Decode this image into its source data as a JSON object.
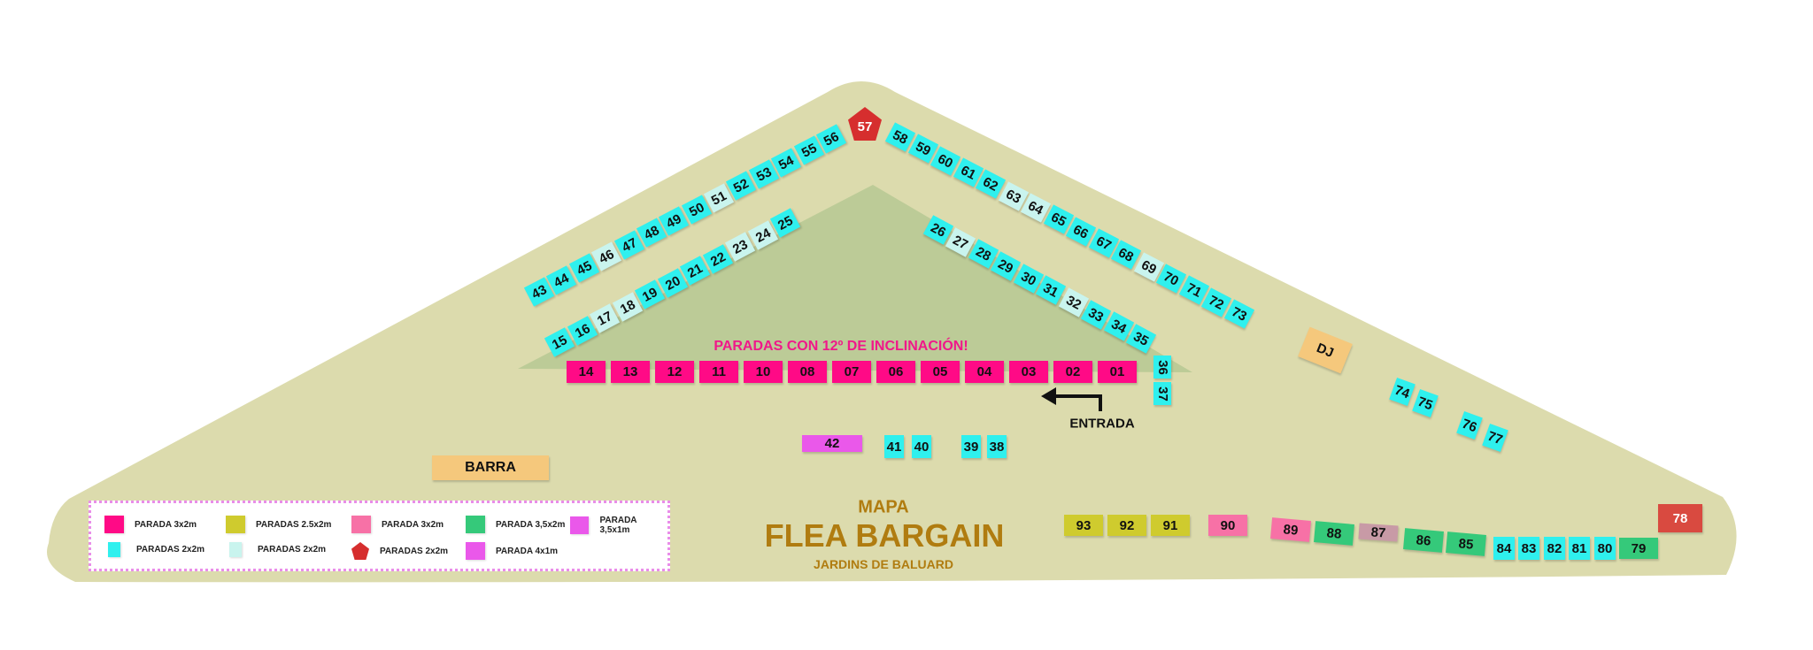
{
  "title": {
    "pre": "MAPA",
    "main": "FLEA BARGAIN",
    "sub": "JARDINS DE BALUARD"
  },
  "notice": "PARADAS CON 12º DE INCLINACIÓN!",
  "entrance": "ENTRADA",
  "areas": {
    "bar": "BARRA",
    "dj": "DJ"
  },
  "colors": {
    "ground": "#dcdbad",
    "green_zone": "#bccb97",
    "cyan": "#2ff0ee",
    "light": "#c9f4ee",
    "magenta": "#ff0a86",
    "olive": "#cfcb2e",
    "pink": "#f771a6",
    "green": "#35c97a",
    "violet": "#ea58ea",
    "red": "#d62e2e",
    "mauve": "#c89aa6",
    "red78": "#d94a40",
    "sand": "#f5c87c",
    "title": "#b07c10",
    "notice": "#f0188a"
  },
  "stalls": {
    "outer_left": [
      {
        "n": "43",
        "t": "cyan"
      },
      {
        "n": "44",
        "t": "cyan"
      },
      {
        "n": "45",
        "t": "cyan"
      },
      {
        "n": "46",
        "t": "light"
      },
      {
        "n": "47",
        "t": "cyan"
      },
      {
        "n": "48",
        "t": "cyan"
      },
      {
        "n": "49",
        "t": "cyan"
      },
      {
        "n": "50",
        "t": "cyan"
      },
      {
        "n": "51",
        "t": "light"
      },
      {
        "n": "52",
        "t": "cyan"
      },
      {
        "n": "53",
        "t": "cyan"
      },
      {
        "n": "54",
        "t": "cyan"
      },
      {
        "n": "55",
        "t": "cyan"
      },
      {
        "n": "56",
        "t": "cyan"
      }
    ],
    "apex": [
      {
        "n": "57",
        "t": "red"
      }
    ],
    "outer_right": [
      {
        "n": "58",
        "t": "cyan"
      },
      {
        "n": "59",
        "t": "cyan"
      },
      {
        "n": "60",
        "t": "cyan"
      },
      {
        "n": "61",
        "t": "cyan"
      },
      {
        "n": "62",
        "t": "cyan"
      },
      {
        "n": "63",
        "t": "light"
      },
      {
        "n": "64",
        "t": "light"
      },
      {
        "n": "65",
        "t": "cyan"
      },
      {
        "n": "66",
        "t": "cyan"
      },
      {
        "n": "67",
        "t": "cyan"
      },
      {
        "n": "68",
        "t": "cyan"
      },
      {
        "n": "69",
        "t": "light"
      },
      {
        "n": "70",
        "t": "cyan"
      },
      {
        "n": "71",
        "t": "cyan"
      },
      {
        "n": "72",
        "t": "cyan"
      },
      {
        "n": "73",
        "t": "cyan"
      }
    ],
    "inner_left": [
      {
        "n": "15",
        "t": "cyan"
      },
      {
        "n": "16",
        "t": "cyan"
      },
      {
        "n": "17",
        "t": "light"
      },
      {
        "n": "18",
        "t": "light"
      },
      {
        "n": "19",
        "t": "cyan"
      },
      {
        "n": "20",
        "t": "cyan"
      },
      {
        "n": "21",
        "t": "cyan"
      },
      {
        "n": "22",
        "t": "cyan"
      },
      {
        "n": "23",
        "t": "light"
      },
      {
        "n": "24",
        "t": "light"
      },
      {
        "n": "25",
        "t": "cyan"
      }
    ],
    "inner_right": [
      {
        "n": "26",
        "t": "cyan"
      },
      {
        "n": "27",
        "t": "light"
      },
      {
        "n": "28",
        "t": "cyan"
      },
      {
        "n": "29",
        "t": "cyan"
      },
      {
        "n": "30",
        "t": "cyan"
      },
      {
        "n": "31",
        "t": "cyan"
      },
      {
        "n": "32",
        "t": "light"
      },
      {
        "n": "33",
        "t": "cyan"
      },
      {
        "n": "34",
        "t": "cyan"
      },
      {
        "n": "35",
        "t": "cyan"
      }
    ],
    "front_row": [
      {
        "n": "14",
        "t": "magenta"
      },
      {
        "n": "13",
        "t": "magenta"
      },
      {
        "n": "12",
        "t": "magenta"
      },
      {
        "n": "11",
        "t": "magenta"
      },
      {
        "n": "10",
        "t": "magenta"
      },
      {
        "n": "08",
        "t": "magenta"
      },
      {
        "n": "07",
        "t": "magenta"
      },
      {
        "n": "06",
        "t": "magenta"
      },
      {
        "n": "05",
        "t": "magenta"
      },
      {
        "n": "04",
        "t": "magenta"
      },
      {
        "n": "03",
        "t": "magenta"
      },
      {
        "n": "02",
        "t": "magenta"
      },
      {
        "n": "01",
        "t": "magenta"
      }
    ],
    "side": [
      {
        "n": "36",
        "t": "cyan"
      },
      {
        "n": "37",
        "t": "cyan"
      }
    ],
    "center": [
      {
        "n": "42",
        "t": "violet"
      },
      {
        "n": "41",
        "t": "cyan"
      },
      {
        "n": "40",
        "t": "cyan"
      },
      {
        "n": "39",
        "t": "cyan"
      },
      {
        "n": "38",
        "t": "cyan"
      }
    ],
    "east": [
      {
        "n": "74",
        "t": "cyan"
      },
      {
        "n": "75",
        "t": "cyan"
      },
      {
        "n": "76",
        "t": "cyan"
      },
      {
        "n": "77",
        "t": "cyan"
      }
    ],
    "bottom": [
      {
        "n": "93",
        "t": "olive"
      },
      {
        "n": "92",
        "t": "olive"
      },
      {
        "n": "91",
        "t": "olive"
      },
      {
        "n": "90",
        "t": "pink"
      },
      {
        "n": "89",
        "t": "pink"
      },
      {
        "n": "88",
        "t": "green"
      },
      {
        "n": "87",
        "t": "mauve"
      },
      {
        "n": "86",
        "t": "green"
      },
      {
        "n": "85",
        "t": "green"
      },
      {
        "n": "84",
        "t": "cyan"
      },
      {
        "n": "83",
        "t": "cyan"
      },
      {
        "n": "82",
        "t": "cyan"
      },
      {
        "n": "81",
        "t": "cyan"
      },
      {
        "n": "80",
        "t": "cyan"
      },
      {
        "n": "79",
        "t": "green"
      },
      {
        "n": "78",
        "t": "red78"
      }
    ]
  },
  "legend": [
    {
      "label": "PARADA 3x2m",
      "t": "magenta"
    },
    {
      "label": "PARADAS 2.5x2m",
      "t": "olive"
    },
    {
      "label": "PARADA 3x2m",
      "t": "pink"
    },
    {
      "label": "PARADA 3,5x2m",
      "t": "green"
    },
    {
      "label": "PARADA 3,5x1m",
      "t": "violet"
    },
    {
      "label": "PARADAS 2x2m",
      "t": "cyan"
    },
    {
      "label": "PARADAS 2x2m",
      "t": "light"
    },
    {
      "label": "PARADAS 2x2m",
      "t": "red"
    },
    {
      "label": "PARADA 4x1m",
      "t": "violet"
    }
  ]
}
